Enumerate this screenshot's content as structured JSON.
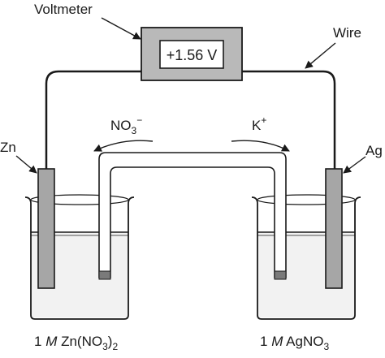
{
  "labels": {
    "voltmeter": "Voltmeter",
    "wire": "Wire",
    "reading": "+1.56 V",
    "anode_metal": "Zn",
    "cathode_metal": "Ag",
    "anion_main": "NO",
    "anion_sub": "3",
    "anion_sup": "−",
    "cation_main": "K",
    "cation_sup": "+",
    "left_coef": "1 ",
    "left_unit": "M",
    "left_formula_a": " Zn(NO",
    "left_formula_sub1": "3",
    "left_formula_b": ")",
    "left_formula_sub2": "2",
    "right_coef": "1 ",
    "right_unit": "M",
    "right_formula_a": " AgNO",
    "right_formula_sub": "3"
  },
  "colors": {
    "outline": "#1a1a1a",
    "voltmeter_fill": "#b9b9b9",
    "display_fill": "#ffffff",
    "electrode_fill": "#a6a6a6",
    "solution_fill": "#f2f2f2",
    "plug_fill": "#7a7a7a"
  }
}
